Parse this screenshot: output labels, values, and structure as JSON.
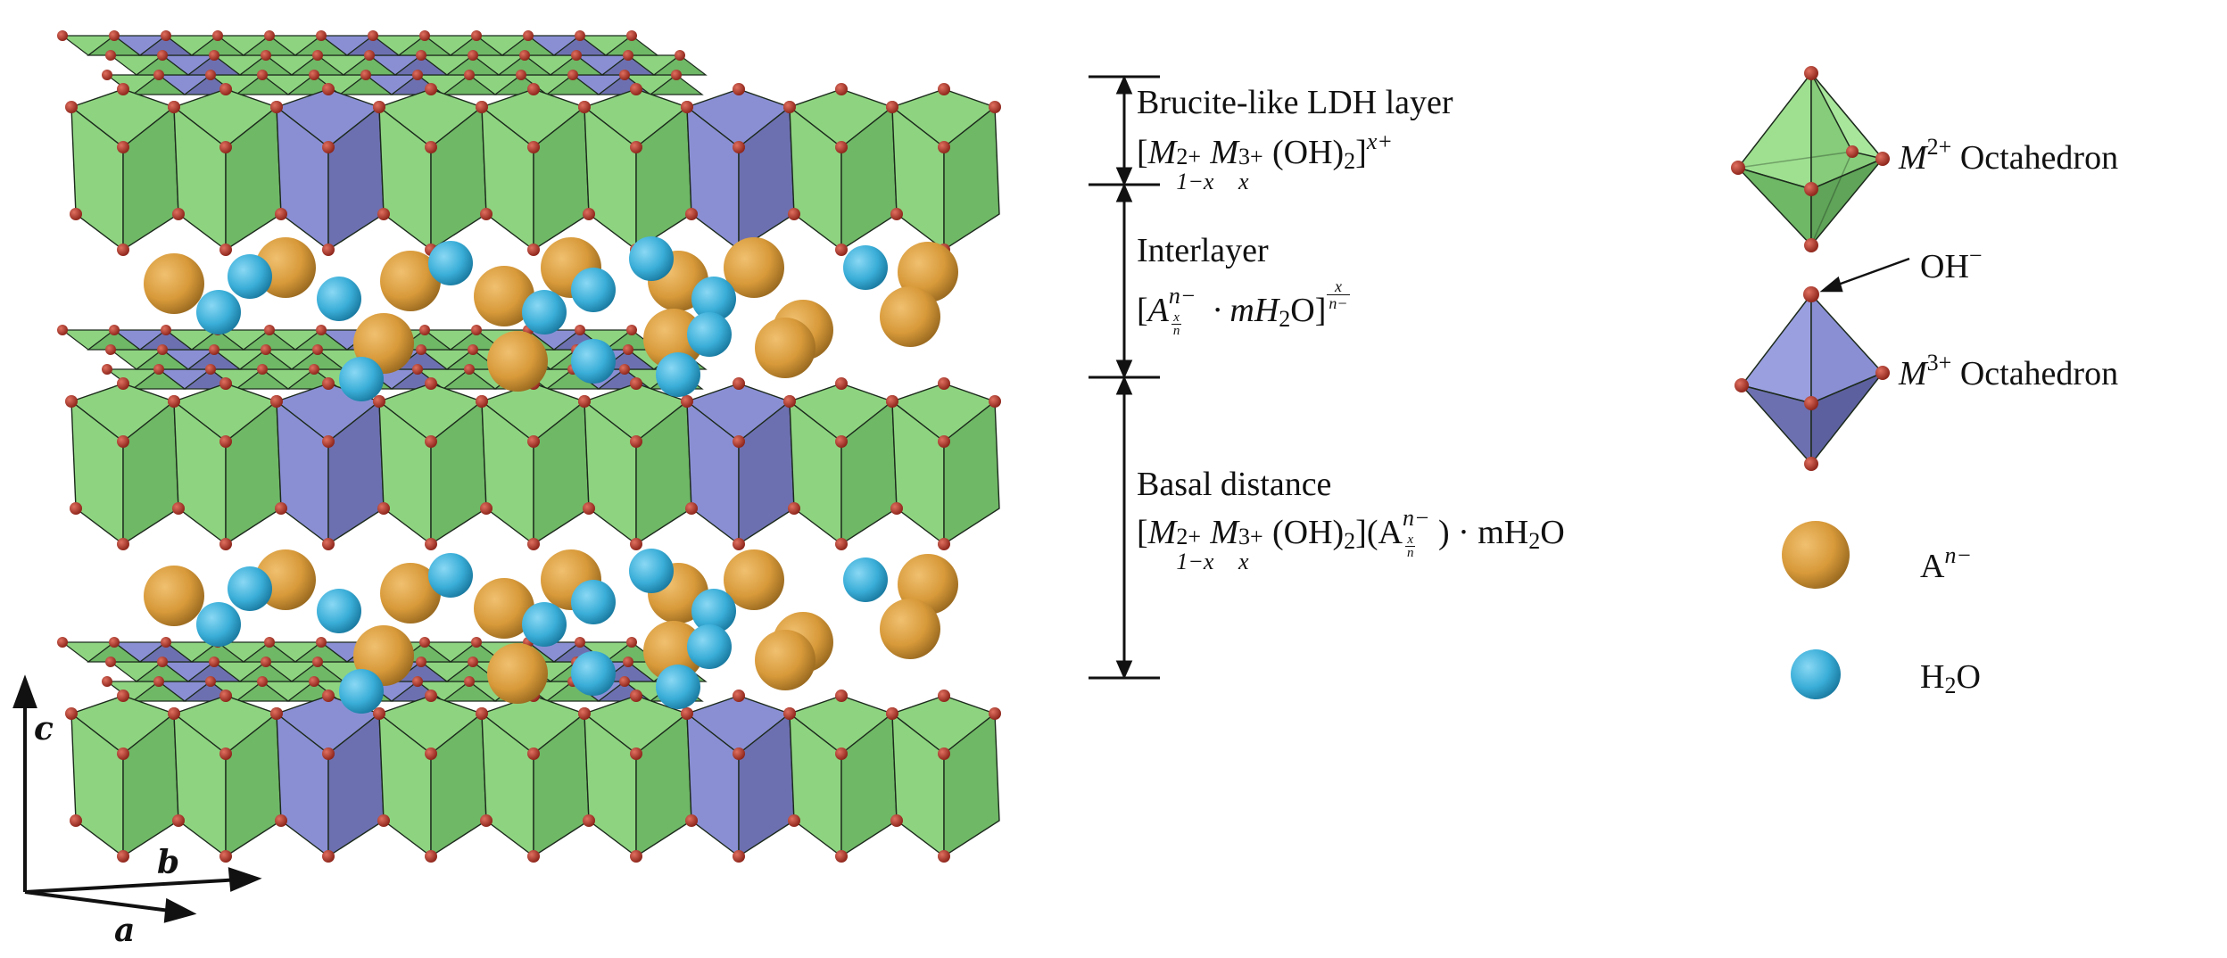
{
  "colors": {
    "m2_face": "#8ed480",
    "m2_face_dark": "#6fb866",
    "m3_face": "#8a8fd4",
    "m3_face_dark": "#6d70b0",
    "oh_atom": "#b03a2e",
    "anion": "#d89a3a",
    "water": "#3aaed8",
    "edge": "#1c2a1c"
  },
  "annotations": {
    "layer_title": "Brucite-like LDH layer",
    "layer_formula_M1": "M",
    "layer_formula_M1_sup": "2+",
    "layer_formula_M1_sub": "1−x",
    "layer_formula_M2": "M",
    "layer_formula_M2_sup": "3+",
    "layer_formula_M2_sub": "x",
    "layer_formula_oh": "(OH)",
    "layer_formula_oh_sub": "2",
    "layer_formula_charge": "x+",
    "interlayer_title": "Interlayer",
    "interlayer_A": "A",
    "interlayer_A_sup": "n−",
    "interlayer_frac_num": "x",
    "interlayer_frac_den": "n",
    "interlayer_water": "· mH",
    "interlayer_water_sub": "2",
    "interlayer_water_end": "O]",
    "interlayer_charge_num": "x",
    "interlayer_charge_den": "n−",
    "basal_title": "Basal distance",
    "basal_tail_A": "(A",
    "basal_tail_A_sup": "n−",
    "basal_tail_end": ") · mH",
    "basal_tail_sub": "2",
    "basal_tail_O": "O"
  },
  "legend": {
    "m2": "Octahedron",
    "m2_sym": "M",
    "m2_sup": "2+",
    "oh": "OH",
    "oh_sup": "−",
    "m3": "Octahedron",
    "m3_sym": "M",
    "m3_sup": "3+",
    "anion": "A",
    "anion_sup": "n−",
    "water": "H",
    "water_sub": "2",
    "water_end": "O"
  },
  "axes": {
    "c": "c",
    "b": "b",
    "a": "a"
  }
}
